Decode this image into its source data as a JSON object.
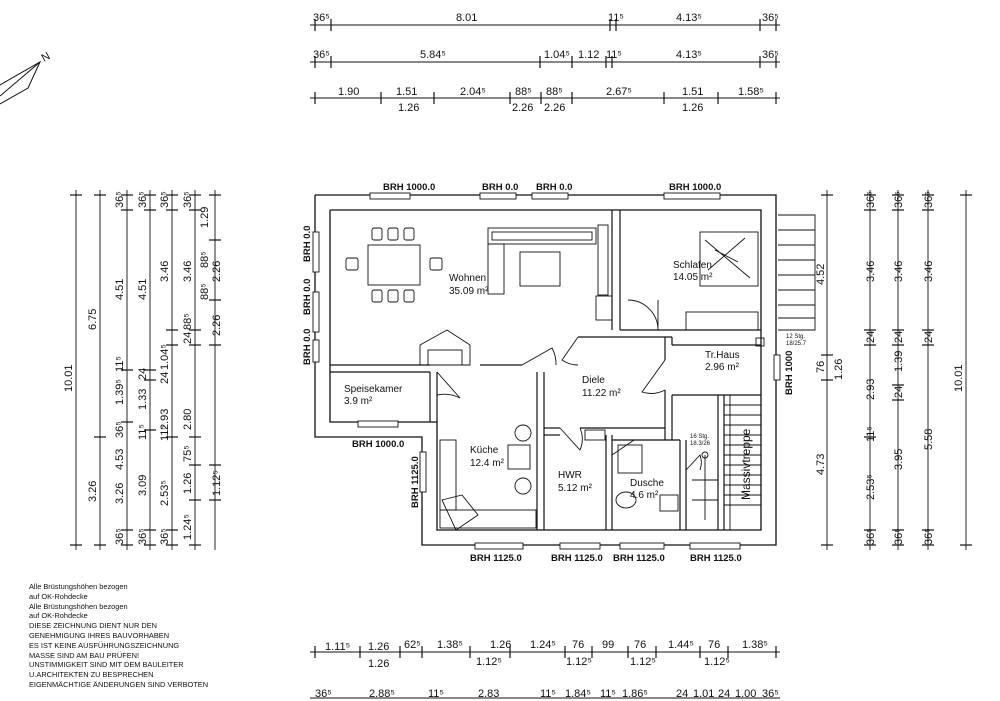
{
  "top_dims": {
    "row1": [
      "36⁵",
      "8.01",
      "11⁵",
      "4.13⁵",
      "36⁵"
    ],
    "row2": [
      "36⁵",
      "5.84⁵",
      "1.04⁵",
      "1.12",
      "11⁵",
      "4.13⁵",
      "36⁵"
    ],
    "row3": [
      "1.90",
      "1.51",
      "2.04⁵",
      "88⁵",
      "88⁵",
      "2.67⁵",
      "1.51",
      "1.58⁵"
    ],
    "row3_sub": [
      "1.26",
      "2.26",
      "2.26",
      "1.26"
    ]
  },
  "left_dims": {
    "col1": [
      "10.01"
    ],
    "col2": [
      "6.75",
      "3.26"
    ],
    "col3": [
      "36⁵",
      "4.51",
      "1.39⁵",
      "11⁵",
      "36⁵",
      "4.53",
      "3.26",
      "36⁵"
    ],
    "col4": [
      "36⁵",
      "4.51",
      "24",
      "1.33",
      "11⁵",
      "3.09",
      "36⁵"
    ],
    "col5": [
      "36⁵",
      "3.46",
      "1.04⁵",
      "24",
      "2.93",
      "11⁵",
      "2.53⁵",
      "36⁵"
    ],
    "col6": [
      "36⁵",
      "3.46",
      "88⁵",
      "24",
      "2.80",
      "75⁵",
      "1.26",
      "1.24⁵"
    ],
    "col7": [
      "1.29",
      "88⁵",
      "2.26",
      "88⁵",
      "2.26",
      "1.12⁵"
    ]
  },
  "right_dims": {
    "col1": [
      "4.52",
      "76",
      "1.26",
      "4.73"
    ],
    "col2": [
      "36⁵",
      "3.46",
      "24",
      "2.93",
      "11⁵",
      "2.53⁵",
      "36⁵"
    ],
    "col3": [
      "36⁵",
      "3.46",
      "24",
      "1.39",
      "24",
      "3.95",
      "36⁵"
    ],
    "col4": [
      "36⁵",
      "3.46",
      "24",
      "5.58",
      "36⁵"
    ],
    "col5": [
      "10.01"
    ]
  },
  "bottom_dims": {
    "row1": [
      "1.11⁵",
      "1.26",
      "62⁵",
      "1.38⁵",
      "1.26",
      "1.24⁵",
      "76",
      "99",
      "76",
      "1.44⁵",
      "76",
      "1.38⁵"
    ],
    "row1_sub": [
      "1.26",
      "1.12⁵",
      "1.12⁵",
      "1.12⁵",
      "1.12⁵"
    ],
    "row2": [
      "36⁵",
      "2.88⁵",
      "11⁵",
      "2.83",
      "11⁵",
      "1.84⁵",
      "11⁵",
      "1.86⁵",
      "24",
      "1.01",
      "24",
      "1.00",
      "36⁵"
    ]
  },
  "rooms": {
    "wohnen_name": "Wohnen",
    "wohnen_area": "35.09 m²",
    "schlafen_name": "Schlafen",
    "schlafen_area": "14.05 m²",
    "diele_name": "Diele",
    "diele_area": "11.22 m²",
    "trhaus_name": "Tr.Haus",
    "trhaus_area": "2.96 m²",
    "speise_name": "Speisekamer",
    "speise_area": "3.9 m²",
    "kueche_name": "Küche",
    "kueche_area": "12.4 m²",
    "hwr_name": "HWR",
    "hwr_area": "5.12 m²",
    "dusche_name": "Dusche",
    "dusche_area": "4.6 m²",
    "stair_label": "Massivtreppe",
    "stair_note1": "16 Stg.",
    "stair_note2": "18.3/26",
    "stair_note3": "12 Stg.",
    "stair_note4": "18/25.7"
  },
  "brh": {
    "top1": "BRH 1000.0",
    "top2": "BRH 0.0",
    "top3": "BRH 0.0",
    "top4": "BRH 1000.0",
    "left1": "BRH 0.0",
    "left2": "BRH 0.0",
    "left3": "BRH 0.0",
    "speise_bottom": "BRH 1000.0",
    "kueche_left": "BRH 1125.0",
    "bottom1": "BRH 1125.0",
    "bottom2": "BRH 1125.0",
    "bottom3": "BRH 1125.0",
    "bottom4": "BRH 1125.0",
    "right1": "BRH 1000"
  },
  "north_label": "N",
  "notes": [
    "Alle Brüstungshöhen bezogen",
    "auf OK-Rohdecke",
    "Alle Brüstungshöhen bezogen",
    "auf OK-Rohdecke",
    "DIESE ZEICHNUNG DIENT NUR DEN",
    "GENEHMIGUNG IHRES BAUVORHABEN",
    "ES IST KEINE AUSFÜHRUNGSZEICHNUNG",
    "MASSE SIND AM BAU PRÜFEN!",
    "UNSTIMMIGKEIT SIND MIT DEM BAULEITER",
    "U.ARCHITEKTEN ZU BESPRECHEN",
    "EIGENMÄCHTIGE ÄNDERUNGEN SIND VERBOTEN"
  ]
}
